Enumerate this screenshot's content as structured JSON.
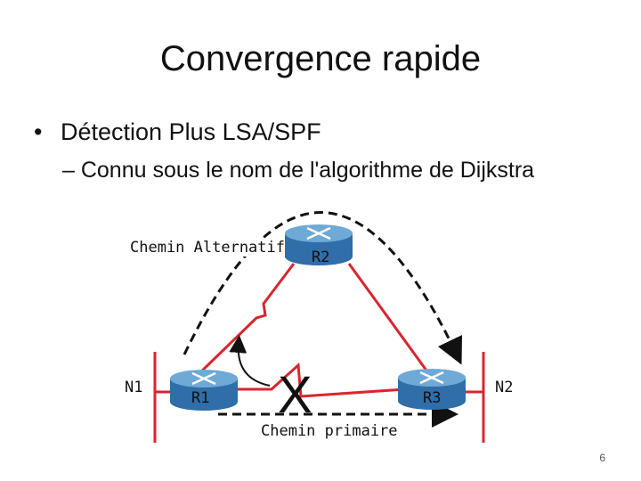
{
  "slide": {
    "title": "Convergence rapide",
    "bullet": "Détection  Plus LSA/SPF",
    "sub_bullet": "– Connu sous le nom de l'algorithme de Dijkstra",
    "page_number": "6"
  },
  "diagram": {
    "alt_path_label": "Chemin Alternatif",
    "primary_path_label": "Chemin primaire",
    "failure_mark": "X",
    "networks": [
      {
        "id": "N1",
        "label": "N1"
      },
      {
        "id": "N2",
        "label": "N2"
      }
    ],
    "routers": [
      {
        "id": "R1",
        "label": "R1"
      },
      {
        "id": "R2",
        "label": "R2"
      },
      {
        "id": "R3",
        "label": "R3"
      }
    ],
    "colors": {
      "link": "#d9252e",
      "router_top": "#6fa9d6",
      "router_body": "#2f6ea8",
      "dashed_path": "#111111"
    }
  }
}
